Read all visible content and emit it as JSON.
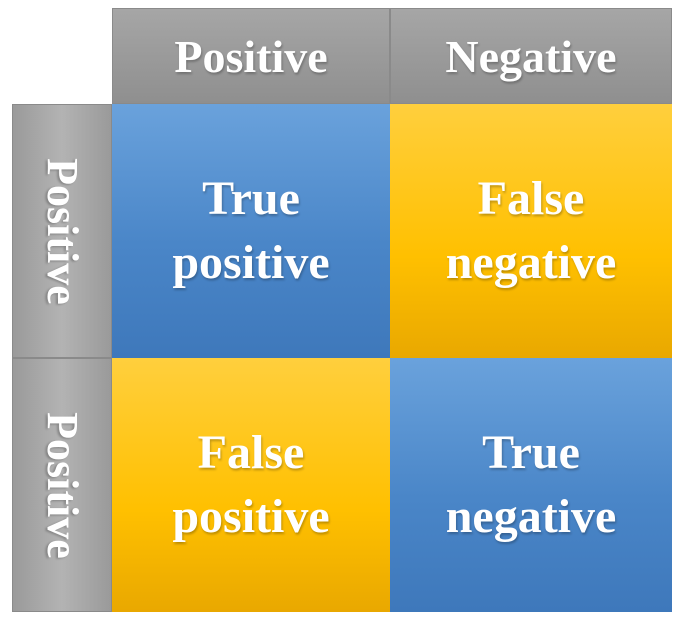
{
  "header": {
    "columns": [
      "Positive",
      "Negative"
    ]
  },
  "rows": [
    "Positive",
    "Positive"
  ],
  "cells": {
    "top_left": {
      "line1": "True",
      "line2": "positive"
    },
    "top_right": {
      "line1": "False",
      "line2": "negative"
    },
    "bottom_left": {
      "line1": "False",
      "line2": "positive"
    },
    "bottom_right": {
      "line1": "True",
      "line2": "negative"
    }
  },
  "colors": {
    "true_cell": "#4a86c8",
    "false_cell": "#ffc000",
    "header": "#999999",
    "text": "#ffffff"
  }
}
